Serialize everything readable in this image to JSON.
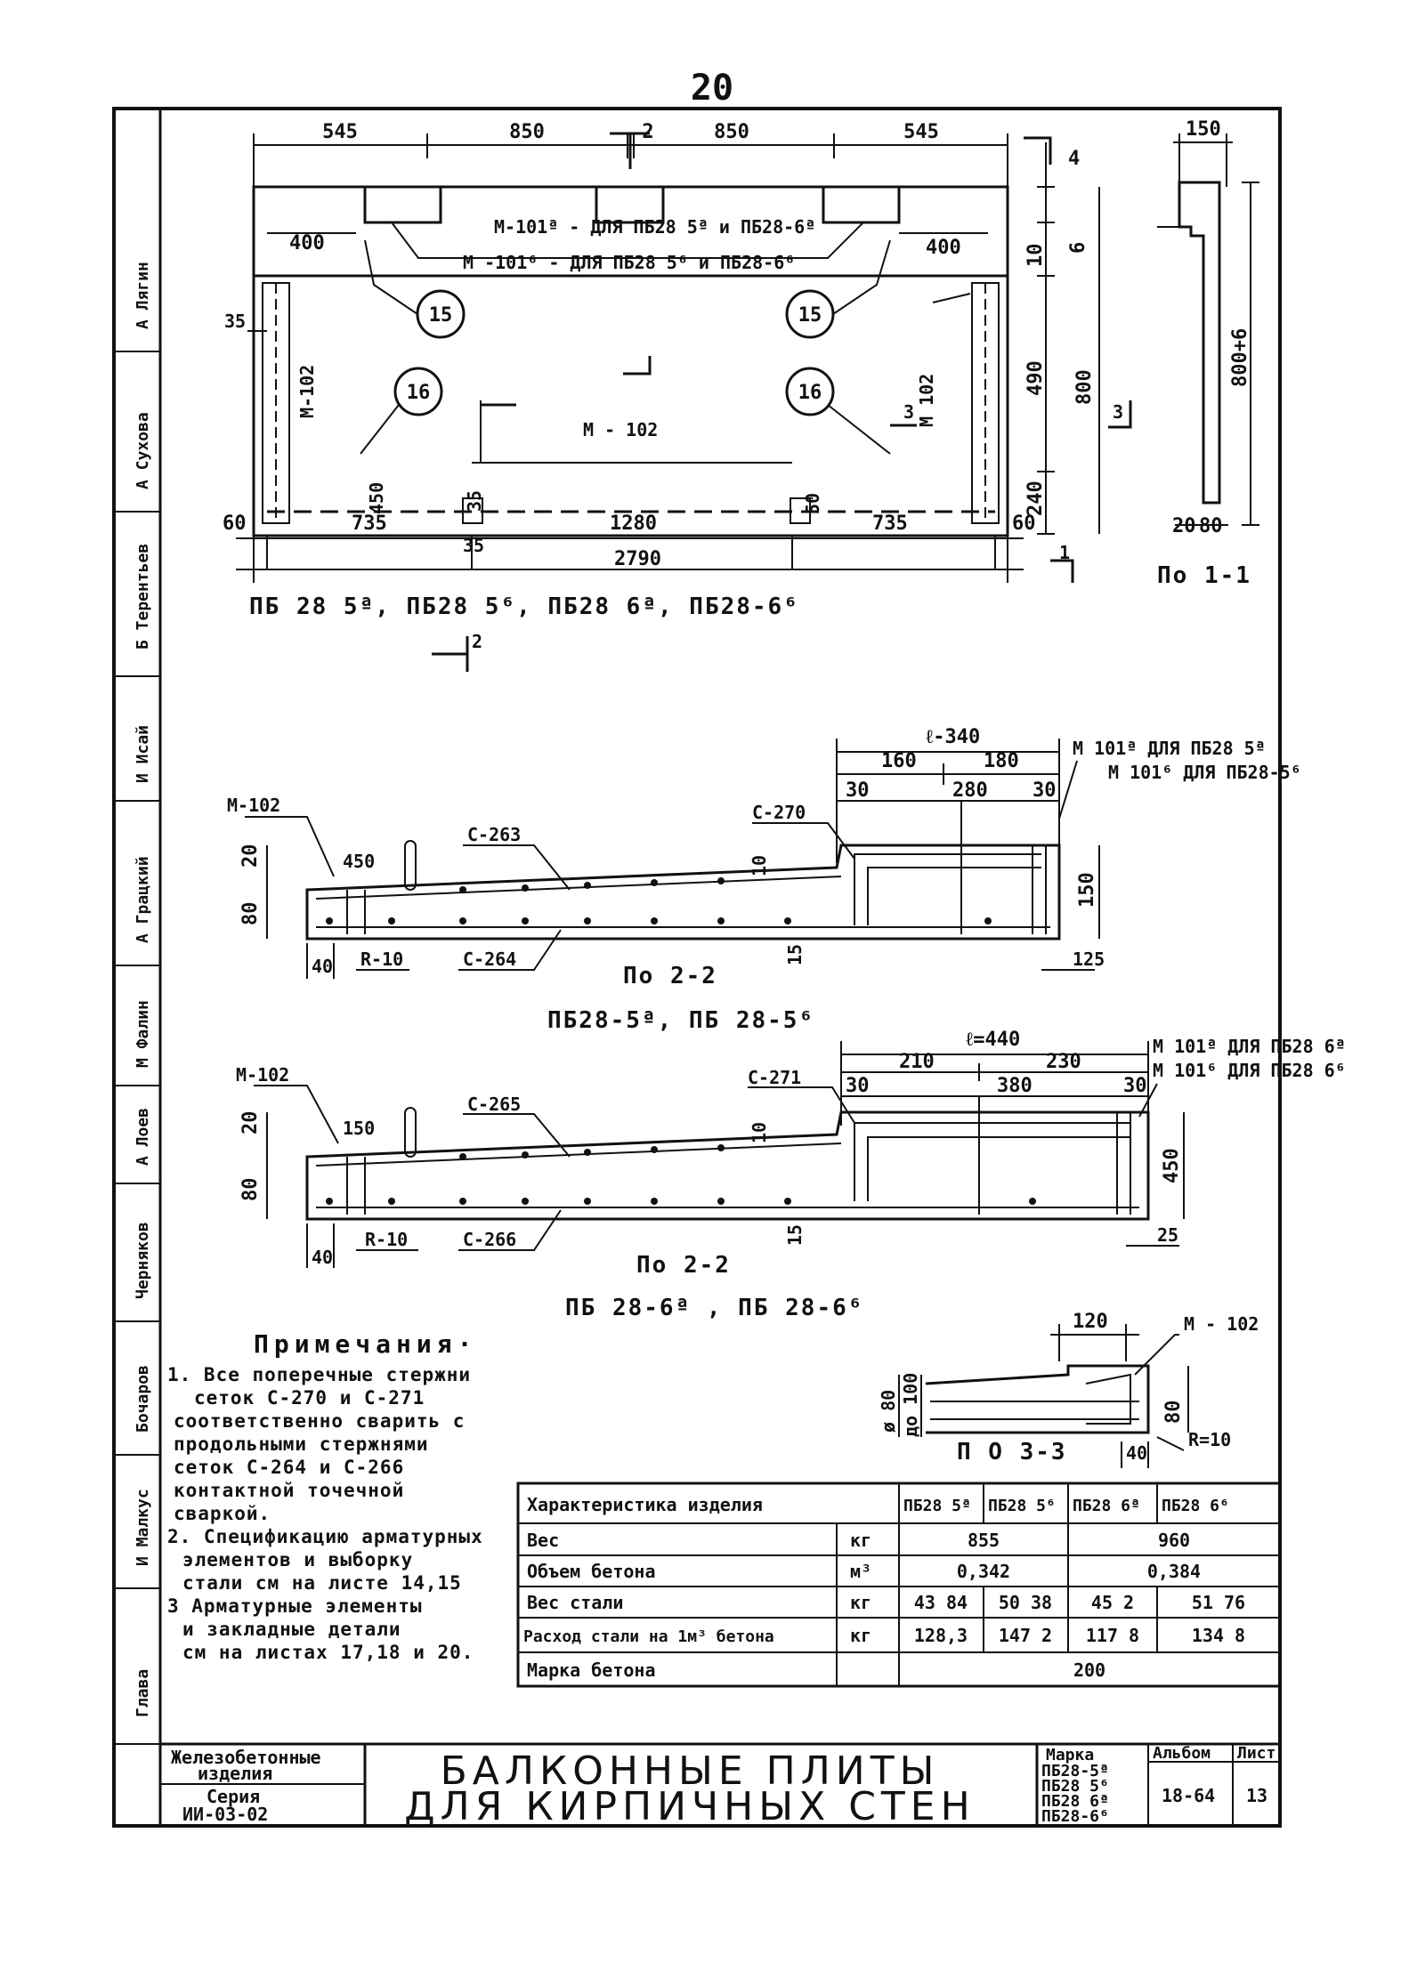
{
  "page_number": "20",
  "plan": {
    "top_dims": [
      "545",
      "850",
      "2",
      "850",
      "545"
    ],
    "right_dims": [
      "4",
      "6",
      "10",
      "490",
      "800",
      "240"
    ],
    "marks": {
      "m101a": "М-101ª - ДЛЯ ПБ28 5ª и ПБ28-6ª",
      "m101b": "М -101⁶ - ДЛЯ ПБ28 5⁶ и ПБ28-6⁶",
      "m102_center": "М - 102",
      "m102_left": "М-102",
      "m102_right": "М 102",
      "dim_400_left": "400",
      "dim_400_right": "400",
      "dim_35": "35",
      "dim_450": "450",
      "dim_35b": "35",
      "dim_35c": "35",
      "dim_50": "50",
      "sec3": "3",
      "sec2": "2",
      "sec1": "1"
    },
    "bubbles": [
      "15",
      "15",
      "16",
      "16"
    ],
    "bottom_dims": [
      "60",
      "735",
      "1280",
      "735",
      "60"
    ],
    "total_width": "2790",
    "caption": "ПБ 28 5ª, ПБ28 5⁶, ПБ28 6ª, ПБ28-6⁶"
  },
  "section11": {
    "dims": [
      "150",
      "800+6",
      "20",
      "80"
    ],
    "caption": "По 1-1"
  },
  "section22a": {
    "b_label": "ℓ-340",
    "dims": [
      "160",
      "180",
      "30",
      "280",
      "30",
      "150",
      "125",
      "450",
      "20",
      "80",
      "10",
      "15"
    ],
    "labels": [
      "М-102",
      "С-263",
      "С-270",
      "С-264",
      "R-10",
      "40"
    ],
    "mark_note_a": "М 101ª ДЛЯ ПБ28 5ª",
    "mark_note_b": "М 101⁶ ДЛЯ ПБ28-5⁶",
    "section_label": "По 2-2",
    "caption": "ПБ28-5ª, ПБ 28-5⁶"
  },
  "section22b": {
    "b_label": "ℓ=440",
    "dims": [
      "210",
      "230",
      "30",
      "380",
      "30",
      "450",
      "25",
      "150",
      "20",
      "80",
      "10",
      "15"
    ],
    "labels": [
      "М-102",
      "С-265",
      "С-271",
      "С-266",
      "R-10",
      "40"
    ],
    "mark_note_a": "М 101ª ДЛЯ ПБ28 6ª",
    "mark_note_b": "М 101⁶ ДЛЯ ПБ28 6⁶",
    "section_label": "По 2-2",
    "caption": "ПБ 28-6ª , ПБ 28-6⁶"
  },
  "section33": {
    "dims": [
      "120",
      "80",
      "40",
      "R=10",
      "ø 80",
      "до 100"
    ],
    "label": "М - 102",
    "caption": "П О 3-3"
  },
  "notes": {
    "title": "Примечания·",
    "lines": [
      "1. Все поперечные стержни",
      "сеток С-270 и С-271",
      "соответственно сварить с",
      "продольными стержнями",
      "сеток С-264 и С-266",
      "контактной точечной",
      "сваркой.",
      "2. Спецификацию арматурных",
      "элементов и выборку",
      "стали см на листе 14,15",
      "3 Арматурные элементы",
      "и закладные детали",
      "см на листах 17,18 и 20."
    ]
  },
  "spec_table": {
    "header": [
      "Характеристика изделия",
      "",
      "ПБ28 5ª",
      "ПБ28 5⁶",
      "ПБ28 6ª",
      "ПБ28 6⁶"
    ],
    "rows": [
      {
        "name": "Вес",
        "unit": "кг",
        "values": [
          "855",
          "960"
        ],
        "merged": "pairs"
      },
      {
        "name": "Объем бетона",
        "unit": "м³",
        "values": [
          "0,342",
          "0,384"
        ],
        "merged": "pairs"
      },
      {
        "name": "Вес стали",
        "unit": "кг",
        "values": [
          "43 84",
          "50 38",
          "45 2",
          "51 76"
        ],
        "merged": "none"
      },
      {
        "name": "Расход стали на 1м³ бетона",
        "unit": "кг",
        "values": [
          "128,3",
          "147 2",
          "117 8",
          "134 8"
        ],
        "merged": "none"
      },
      {
        "name": "Марка бетона",
        "unit": "",
        "values": [
          "200"
        ],
        "merged": "all"
      }
    ]
  },
  "title_block": {
    "org_line1": "Железобетонные",
    "org_line2": "изделия",
    "series_label": "Серия",
    "series": "ИИ-03-02",
    "title_line1": "БАЛКОННЫЕ   ПЛИТЫ",
    "title_line2": "ДЛЯ КИРПИЧНЫХ СТЕН",
    "marka_label": "Марка",
    "marka_values": [
      "ПБ28-5ª",
      "ПБ28 5⁶",
      "ПБ28 6ª",
      "ПБ28-6⁶"
    ],
    "album_label": "Альбом",
    "album_value": "18-64",
    "sheet_label": "Лист",
    "sheet_value": "13"
  },
  "stamp_names": [
    "А Лягин",
    "А Сухова",
    "Б Терентьев",
    "И Исай",
    "А Грацкий",
    "М Фалин",
    "А Лоев",
    "Черняков",
    "Бочаров",
    "И Малкус",
    "Глава"
  ]
}
